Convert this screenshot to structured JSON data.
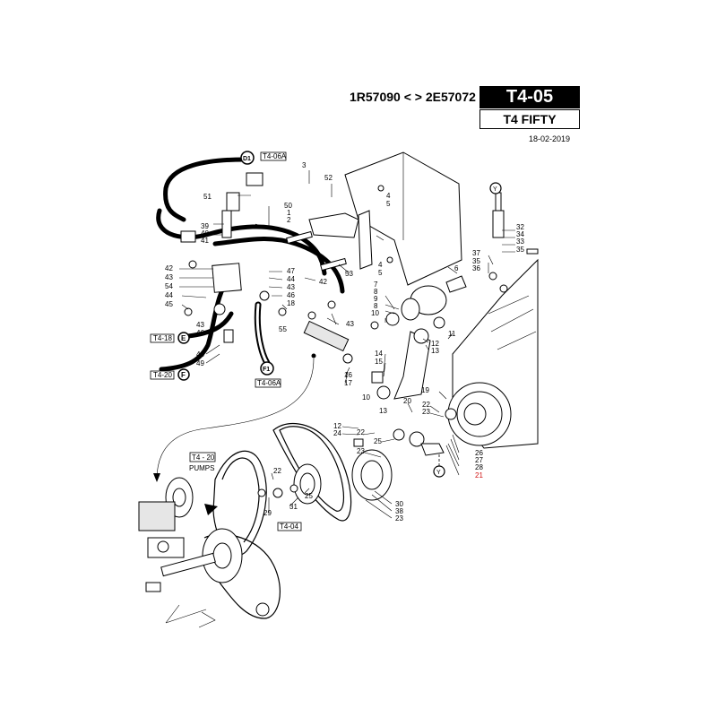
{
  "header": {
    "serial_range": "1R57090 < > 2E57072",
    "section_code": "T4-05",
    "section_name": "T4 FIFTY",
    "date": "18-02-2019"
  },
  "refs": {
    "T4-06A": "T4-06A",
    "T4-18": "T4-18",
    "T4-20": "T4-20",
    "T4-06A_b": "T4-06A",
    "T4-20_pumps": "T4 - 20",
    "pumps": "PUMPS",
    "T4-04": "T4-04"
  },
  "connectors": {
    "D1": "D1",
    "E": "E",
    "F": "F",
    "F1": "F1",
    "Y": "Y"
  },
  "callouts": [
    "3",
    "52",
    "4",
    "5",
    "51",
    "50",
    "1",
    "2",
    "39",
    "40",
    "41",
    "47",
    "44",
    "43",
    "46",
    "18",
    "42",
    "53",
    "4",
    "5",
    "6",
    "42",
    "43",
    "54",
    "44",
    "45",
    "43",
    "46",
    "55",
    "48",
    "49",
    "7",
    "8",
    "9",
    "8",
    "10",
    "43",
    "14",
    "15",
    "10",
    "13",
    "16",
    "17",
    "11",
    "12",
    "13",
    "32",
    "34",
    "33",
    "35",
    "37",
    "35",
    "36",
    "19",
    "20",
    "22",
    "23",
    "26",
    "27",
    "28",
    "21",
    "12",
    "24",
    "22",
    "25",
    "23",
    "22",
    "31",
    "25",
    "29",
    "30",
    "38",
    "23"
  ],
  "colors": {
    "highlight_label": "#d01010"
  }
}
